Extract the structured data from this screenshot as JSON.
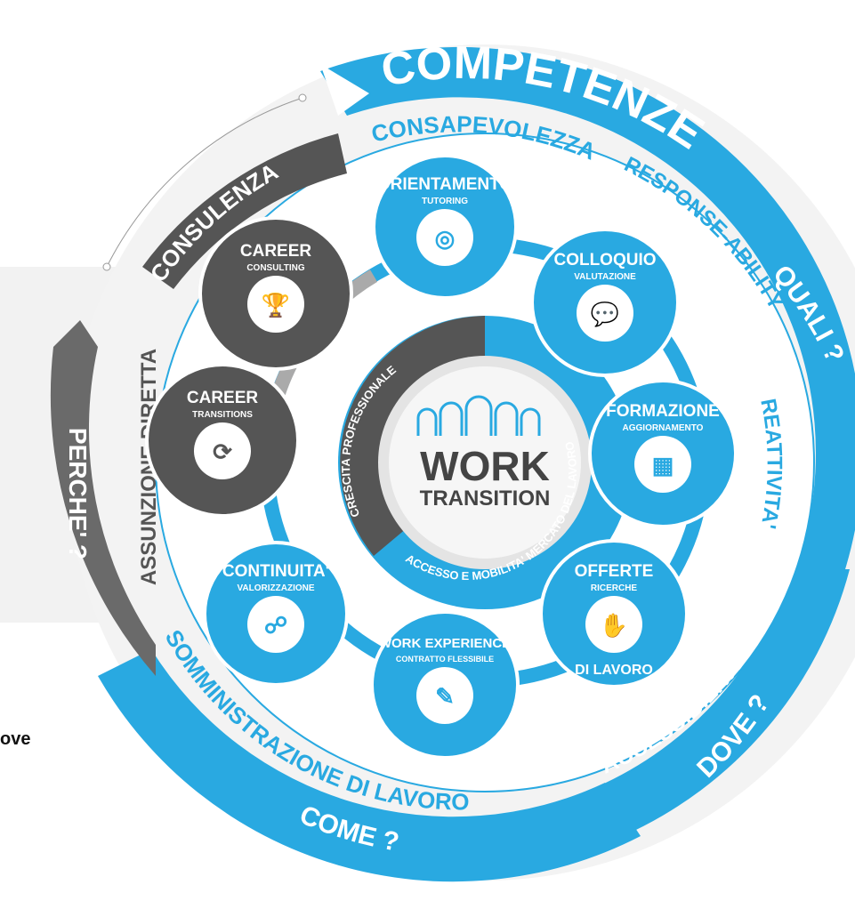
{
  "center": {
    "title_1": "WORK",
    "title_2": "TRANSITION",
    "left_arc": "CRESCITA PROFESSIONALE",
    "right_arc": "ACCESSO E MOBILITA' MERCATO DEL LAVORO"
  },
  "outer_ring": {
    "top": "COMPETENZE",
    "right": "QUALI ?",
    "bottom_right": "DOVE ?",
    "bottom": "COME ?",
    "left": "PERCHE' ?"
  },
  "middle_ring": {
    "consapevolezza": "CONSAPEVOLEZZA",
    "response": "RESPONSE-ABILITY",
    "reattivita": "REATTIVITA'",
    "accessibilita": "ACCESSIBILITA'",
    "somministrazione": "SOMMINISTRAZIONE DI LAVORO",
    "assunzione": "ASSUNZIONE DIRETTA",
    "consulenza": "CONSULENZA"
  },
  "nodes": [
    {
      "title": "ORIENTAMENTO",
      "sub": "TUTORING",
      "icon": "person-network-icon",
      "color": "#29a9e1"
    },
    {
      "title": "COLLOQUIO",
      "sub": "VALUTAZIONE",
      "icon": "conversation-icon",
      "color": "#29a9e1"
    },
    {
      "title": "FORMAZIONE",
      "sub": "AGGIORNAMENTO",
      "icon": "presentation-icon",
      "color": "#29a9e1"
    },
    {
      "title": "OFFERTE",
      "sub": "RICERCHE",
      "title2": "DI LAVORO",
      "icon": "hand-chat-icon",
      "color": "#29a9e1"
    },
    {
      "title": "WORK EXPERIENCE",
      "sub": "CONTRATTO FLESSIBILE",
      "icon": "document-pen-icon",
      "color": "#29a9e1"
    },
    {
      "title": "CONTINUITA'",
      "sub": "VALORIZZAZIONE",
      "icon": "org-chart-icon",
      "color": "#29a9e1"
    },
    {
      "title": "CAREER",
      "sub": "TRANSITIONS",
      "icon": "people-cycle-icon",
      "color": "#555555"
    },
    {
      "title": "CAREER",
      "sub": "CONSULTING",
      "icon": "trophy-icon",
      "color": "#555555"
    }
  ],
  "side_text": "ove",
  "colors": {
    "blue": "#29a9e1",
    "dark": "#555555",
    "light_ring": "#f0f0f0"
  }
}
